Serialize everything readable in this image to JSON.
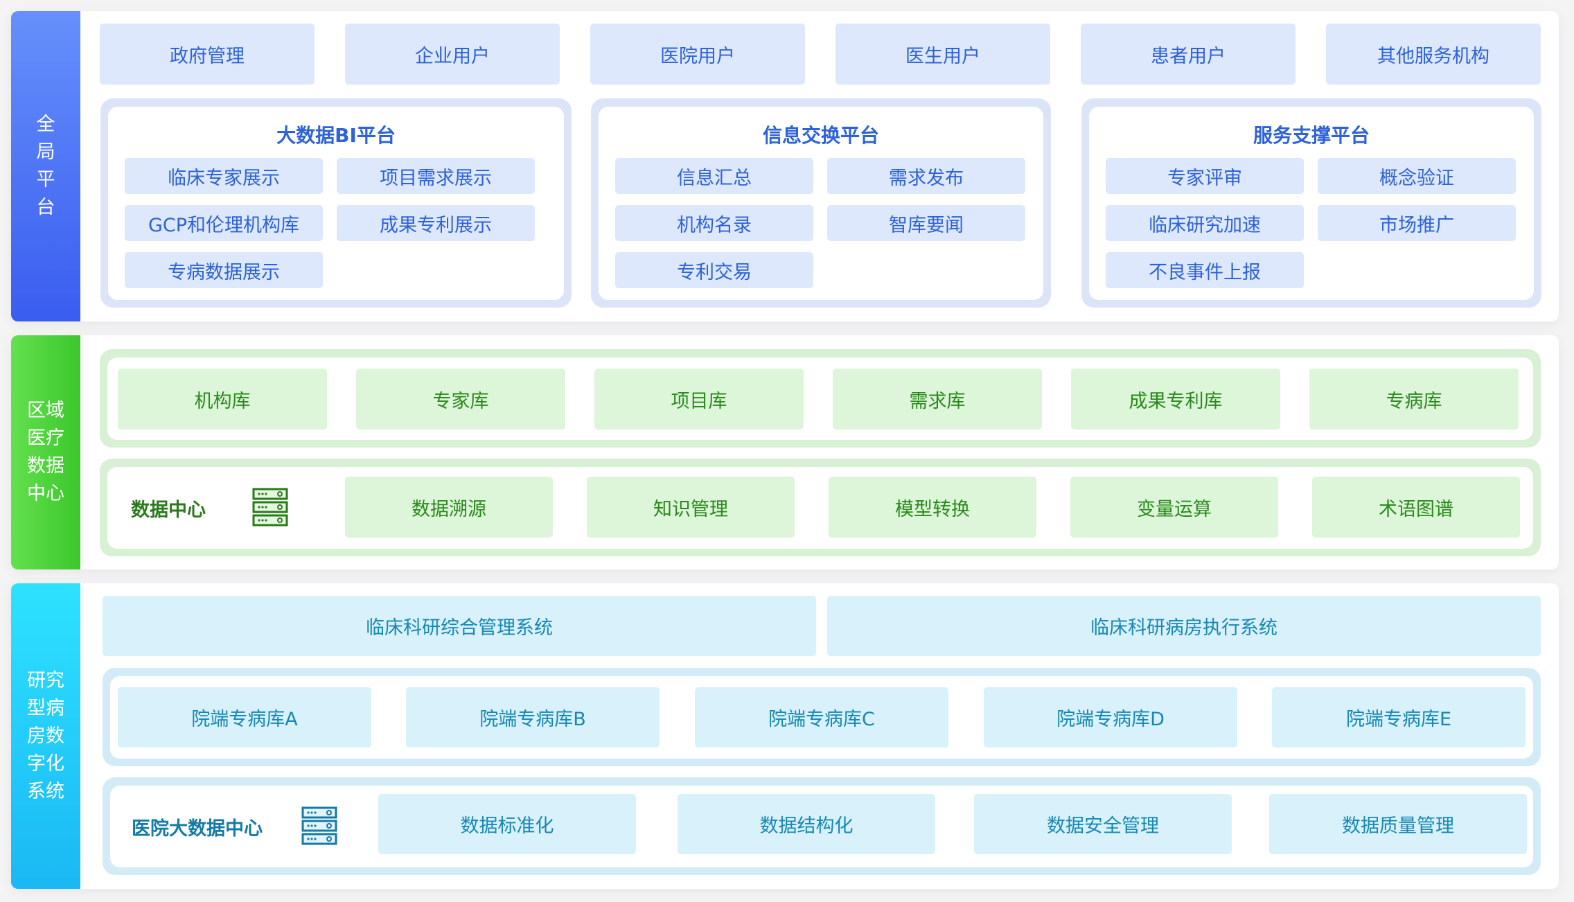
{
  "sections": {
    "global_platform": {
      "label": "全\n局\n平\n台",
      "user_types": [
        "政府管理",
        "企业用户",
        "医院用户",
        "医生用户",
        "患者用户",
        "其他服务机构"
      ],
      "platforms": [
        {
          "title": "大数据BI平台",
          "items": [
            "临床专家展示",
            "项目需求展示",
            "GCP和伦理机构库",
            "成果专利展示",
            "专病数据展示"
          ]
        },
        {
          "title": "信息交换平台",
          "items": [
            "信息汇总",
            "需求发布",
            "机构名录",
            "智库要闻",
            "专利交易"
          ]
        },
        {
          "title": "服务支撑平台",
          "items": [
            "专家评审",
            "概念验证",
            "临床研究加速",
            "市场推广",
            "不良事件上报"
          ]
        }
      ]
    },
    "regional_data_center": {
      "label": "区域\n医疗\n数据\n中心",
      "libraries": [
        "机构库",
        "专家库",
        "项目库",
        "需求库",
        "成果专利库",
        "专病库"
      ],
      "data_center": {
        "label": "数据中心",
        "icon": "server-icon",
        "functions": [
          "数据溯源",
          "知识管理",
          "模型转换",
          "变量运算",
          "术语图谱"
        ]
      }
    },
    "research_ward": {
      "label": "研究\n型病\n房数\n字化\n系统",
      "systems": [
        "临床科研综合管理系统",
        "临床科研病房执行系统"
      ],
      "hospital_libraries": [
        "院端专病库A",
        "院端专病库B",
        "院端专病库C",
        "院端专病库D",
        "院端专病库E"
      ],
      "hospital_data_center": {
        "label": "医院大数据中心",
        "icon": "server-icon",
        "functions": [
          "数据标准化",
          "数据结构化",
          "数据安全管理",
          "数据质量管理"
        ]
      }
    }
  },
  "colors": {
    "global_accent": "#2d62d8",
    "regional_accent": "#2a8a1c",
    "research_accent": "#1688b3"
  }
}
